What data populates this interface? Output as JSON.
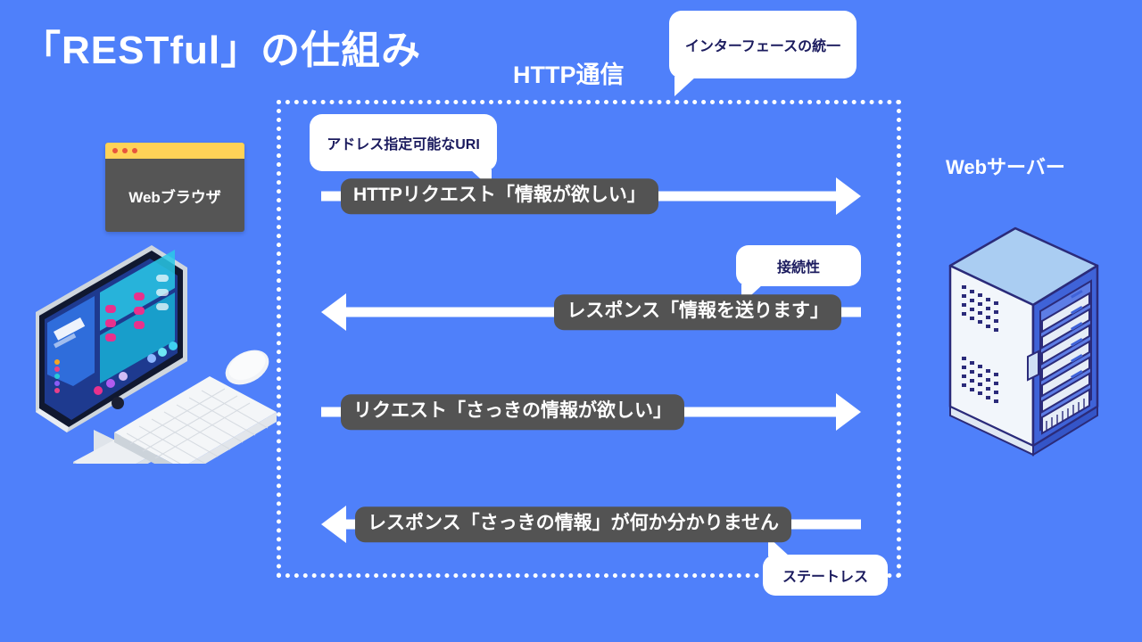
{
  "theme": {
    "background": "#4f80fa",
    "chip_bg": "#535353",
    "callout_bg": "#ffffff",
    "callout_text": "#1b1b5e",
    "accent_white": "#ffffff",
    "browser_titlebar": "#ffd257"
  },
  "title": "「RESTful」の仕組み",
  "http_boundary_label": "HTTP通信",
  "browser": {
    "card_label": "Webブラウザ",
    "window_dots": [
      "dot-red",
      "dot-red",
      "dot-red"
    ]
  },
  "server": {
    "caption": "Webサーバー"
  },
  "callouts": [
    {
      "id": "interface",
      "text": "インターフェースの統一",
      "tail": "down-left"
    },
    {
      "id": "uri",
      "text": "アドレス指定可能なURI",
      "tail": "down-right"
    },
    {
      "id": "connect",
      "text": "接続性",
      "tail": "down-left"
    },
    {
      "id": "stateless",
      "text": "ステートレス",
      "tail": "up-left"
    }
  ],
  "messages": [
    {
      "id": "request-1",
      "text": "HTTPリクエスト「情報が欲しい」",
      "direction": "right"
    },
    {
      "id": "response-1",
      "text": "レスポンス「情報を送ります」",
      "direction": "left"
    },
    {
      "id": "request-2",
      "text": "リクエスト「さっきの情報が欲しい」",
      "direction": "right"
    },
    {
      "id": "response-2",
      "text": "レスポンス「さっきの情報」が何か分かりません",
      "direction": "left"
    }
  ]
}
